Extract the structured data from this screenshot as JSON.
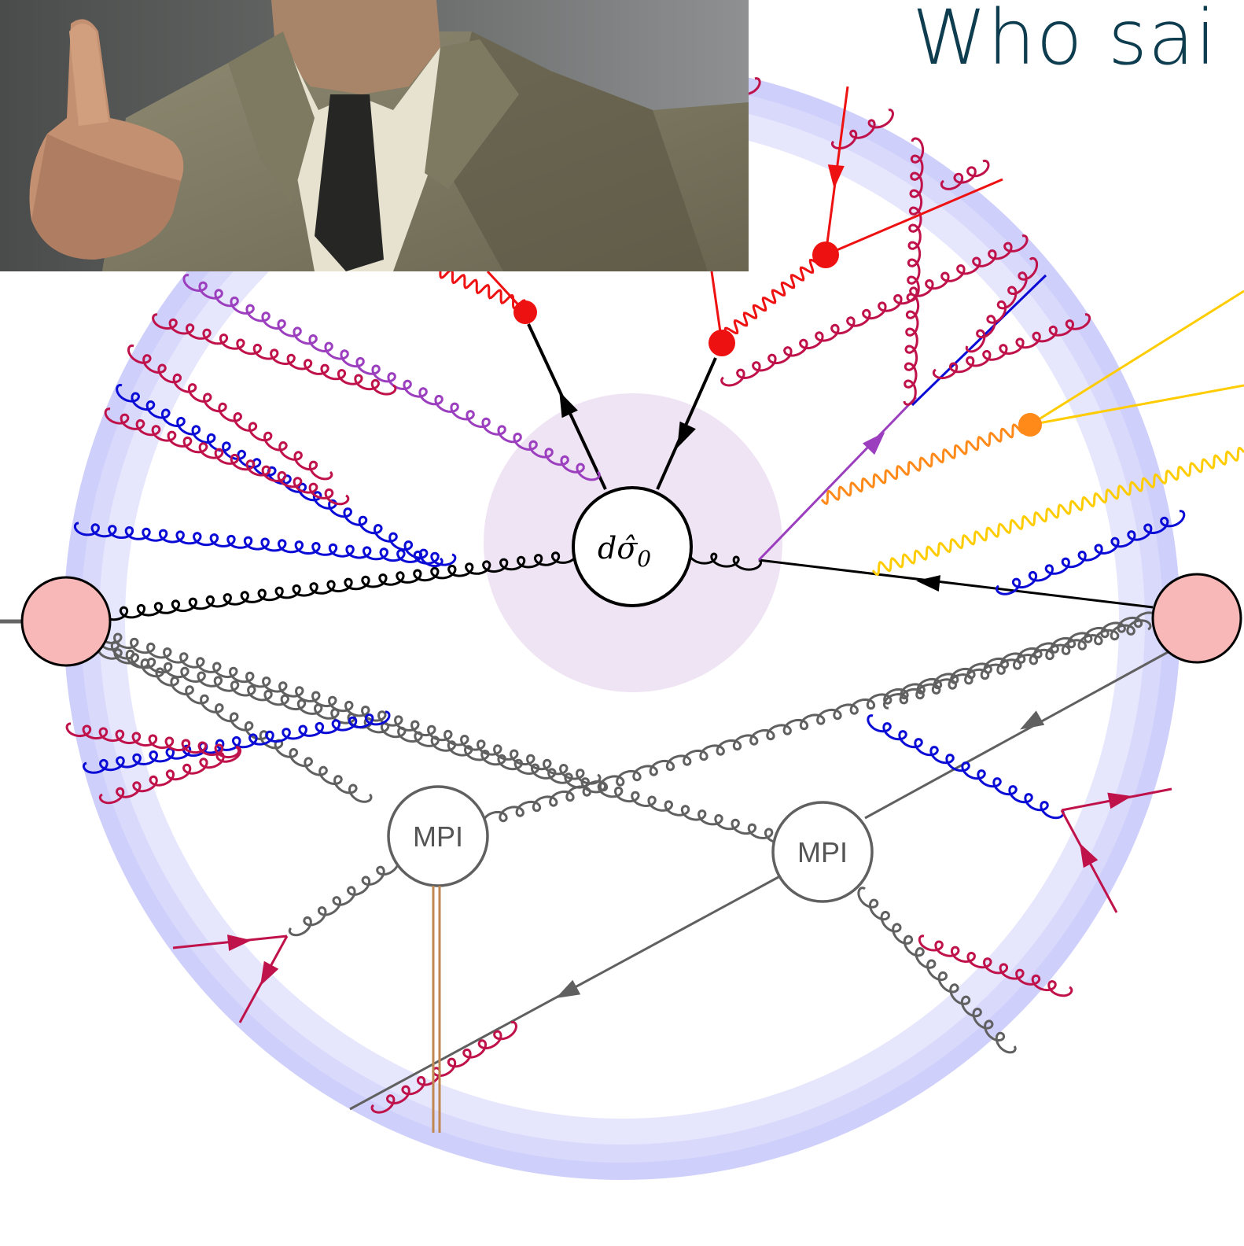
{
  "header": {
    "title": "Who sai"
  },
  "diagram": {
    "hard_process_label": "dσ̂0",
    "hard_process_main": "dσ̂",
    "hard_process_sub": "0",
    "mpi_labels": [
      "MPI",
      "MPI"
    ]
  },
  "colors": {
    "ring_outer": "#cfcffb",
    "ring_inner": "#e6e6fd",
    "hard_blob": "#efe4f4",
    "incoming": "#f9b8b8",
    "gluon_black": "#000000",
    "gluon_blue": "#0b0bd6",
    "gluon_crimson": "#c0124a",
    "gluon_purple": "#9b3fbf",
    "gluon_grey": "#606060",
    "quark_red": "#ee1111",
    "photon_orange": "#ff8a1a",
    "photon_yellow": "#ffcc00",
    "remnant_brown": "#c08850"
  },
  "photo": {
    "description_icon": "person-photo"
  }
}
